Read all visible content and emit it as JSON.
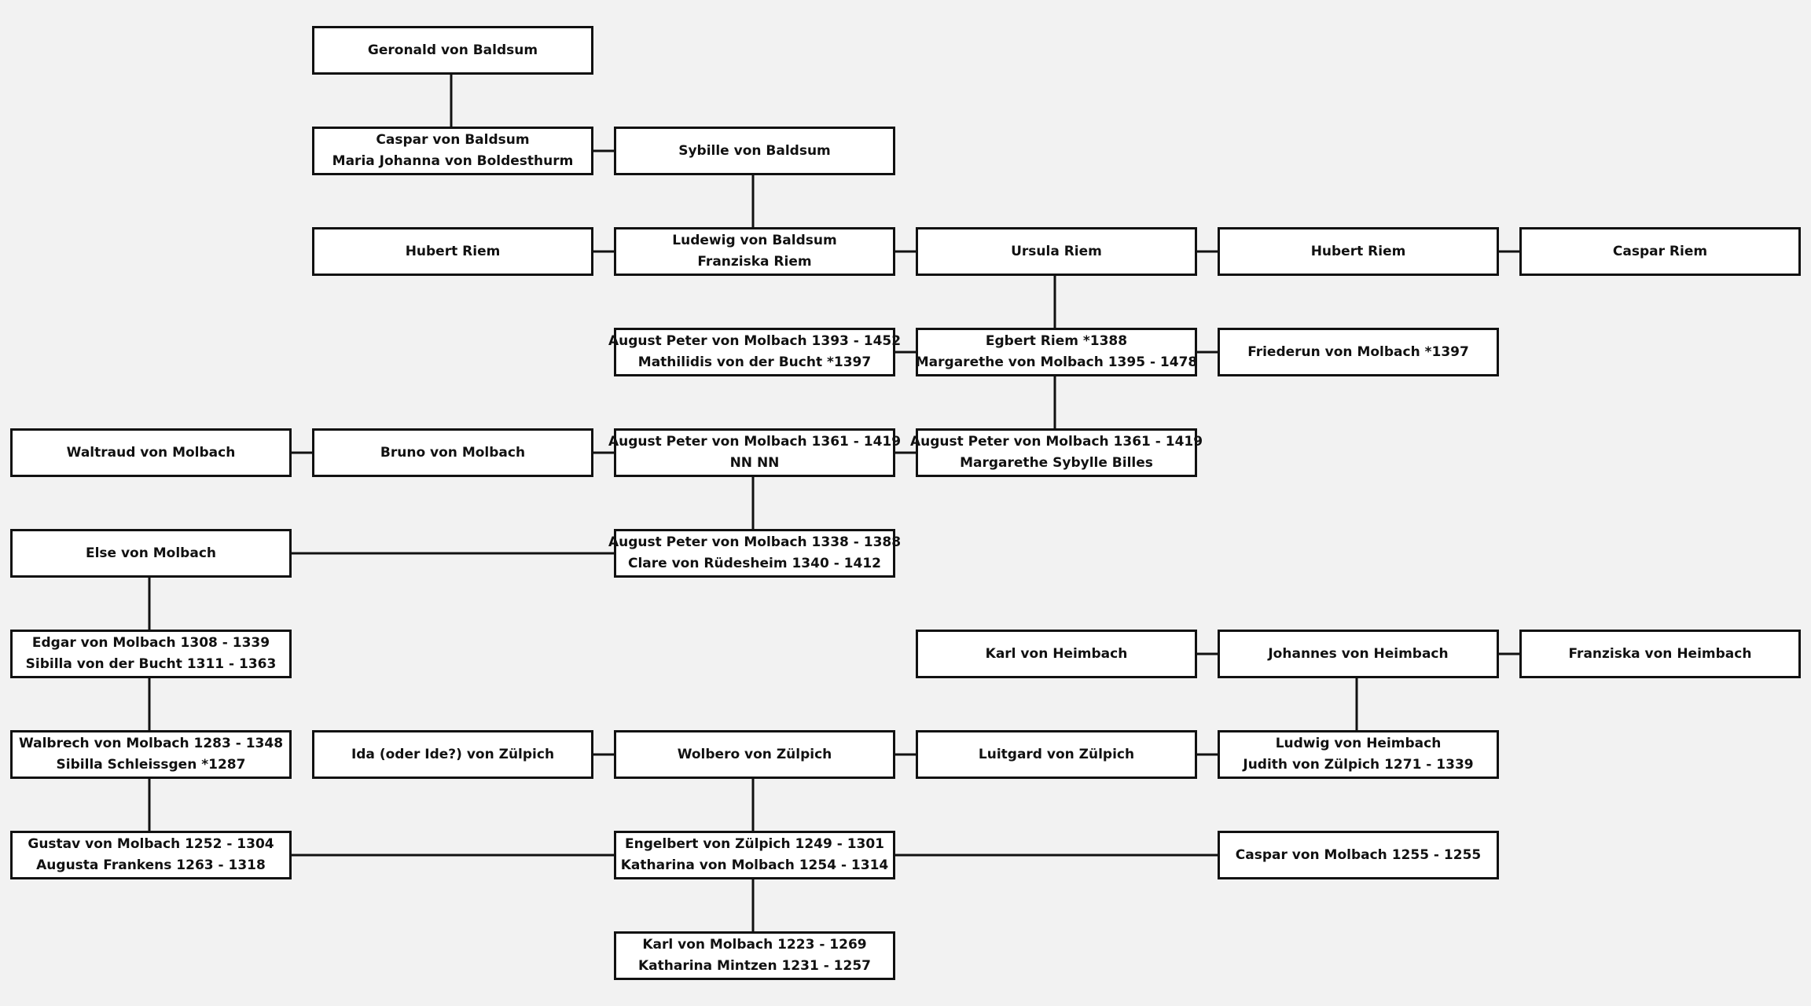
{
  "nodes": {
    "n1": {
      "line1": "Geronald von Baldsum",
      "line2": ""
    },
    "n2": {
      "line1": "Caspar von Baldsum",
      "line2": "Maria Johanna von Boldesthurm"
    },
    "n3": {
      "line1": "Sybille von Baldsum",
      "line2": ""
    },
    "n4": {
      "line1": "Hubert Riem",
      "line2": ""
    },
    "n5": {
      "line1": "Ludewig von Baldsum",
      "line2": "Franziska Riem"
    },
    "n6": {
      "line1": "Ursula Riem",
      "line2": ""
    },
    "n7": {
      "line1": "Hubert Riem",
      "line2": ""
    },
    "n8": {
      "line1": "Caspar Riem",
      "line2": ""
    },
    "n9": {
      "line1": "August Peter von Molbach 1393 - 1452",
      "line2": "Mathilidis von der Bucht *1397"
    },
    "n10": {
      "line1": "Egbert Riem *1388",
      "line2": "Margarethe von Molbach 1395 - 1478"
    },
    "n11": {
      "line1": "Friederun von Molbach *1397",
      "line2": ""
    },
    "n12": {
      "line1": "Waltraud von Molbach",
      "line2": ""
    },
    "n13": {
      "line1": "Bruno von Molbach",
      "line2": ""
    },
    "n14": {
      "line1": "August Peter von Molbach 1361 - 1419",
      "line2": "NN NN"
    },
    "n15": {
      "line1": "August Peter von Molbach 1361 - 1419",
      "line2": "Margarethe Sybylle Billes"
    },
    "n16": {
      "line1": "Else von Molbach",
      "line2": ""
    },
    "n17": {
      "line1": "August Peter von Molbach 1338 - 1388",
      "line2": "Clare von Rüdesheim 1340 - 1412"
    },
    "n18": {
      "line1": "Edgar von Molbach 1308 - 1339",
      "line2": "Sibilla von der Bucht 1311 - 1363"
    },
    "n19": {
      "line1": "Karl von Heimbach",
      "line2": ""
    },
    "n20": {
      "line1": "Johannes von Heimbach",
      "line2": ""
    },
    "n21": {
      "line1": "Franziska von Heimbach",
      "line2": ""
    },
    "n22": {
      "line1": "Walbrech von Molbach 1283 - 1348",
      "line2": "Sibilla Schleissgen *1287"
    },
    "n23": {
      "line1": "Ida (oder Ide?) von Zülpich",
      "line2": ""
    },
    "n24": {
      "line1": "Wolbero von Zülpich",
      "line2": ""
    },
    "n25": {
      "line1": "Luitgard von Zülpich",
      "line2": ""
    },
    "n26": {
      "line1": "Ludwig von Heimbach",
      "line2": "Judith von Zülpich 1271 - 1339"
    },
    "n27": {
      "line1": "Gustav von Molbach 1252 - 1304",
      "line2": "Augusta Frankens 1263 - 1318"
    },
    "n28": {
      "line1": "Engelbert von Zülpich 1249 - 1301",
      "line2": "Katharina von Molbach 1254 - 1314"
    },
    "n29": {
      "line1": "Caspar von Molbach 1255 - 1255",
      "line2": ""
    },
    "n30": {
      "line1": "Karl von Molbach 1223 - 1269",
      "line2": "Katharina Mintzen 1231 - 1257"
    }
  },
  "colors": {
    "background": "#f2f2f2",
    "box_fill": "#ffffff",
    "stroke": "#111111"
  }
}
